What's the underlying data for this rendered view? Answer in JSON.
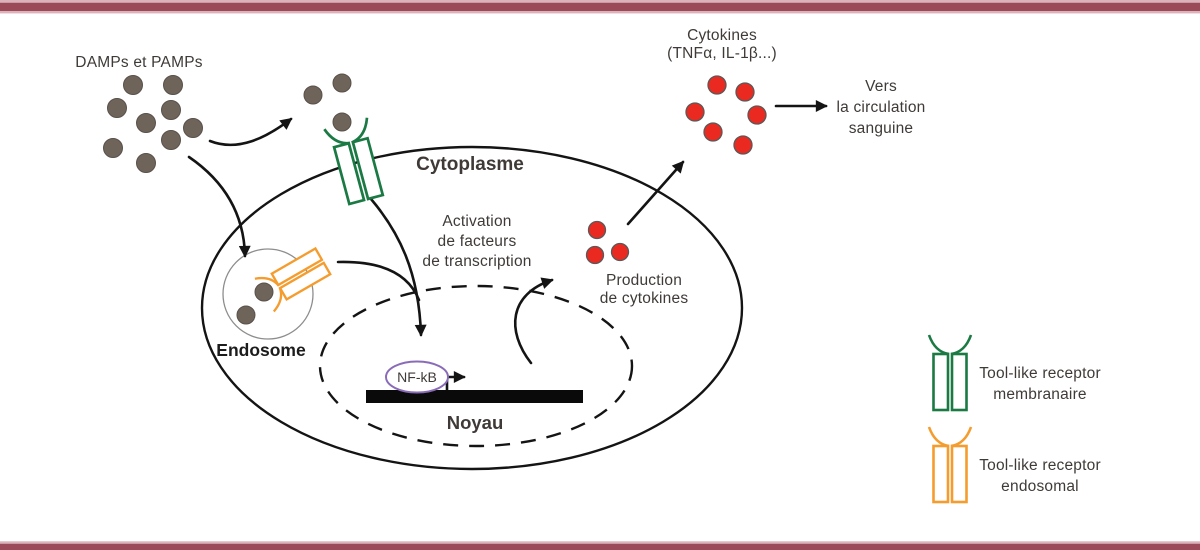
{
  "diagram": {
    "labels": {
      "damps": "DAMPs et PAMPs",
      "cytoplasme": "Cytoplasme",
      "endosome": "Endosome",
      "activation": [
        "Activation",
        "de facteurs",
        "de transcription"
      ],
      "nfkb": "NF-kB",
      "noyau": "Noyau",
      "production": [
        "Production",
        "de cytokines"
      ],
      "cytokines": [
        "Cytokines",
        "(TNFα, IL-1β...)"
      ],
      "circulation": [
        "Vers",
        "la circulation",
        "sanguine"
      ]
    },
    "legend": {
      "membrane": [
        "Tool-like receptor",
        "membranaire"
      ],
      "endosomal": [
        "Tool-like receptor",
        "endosomal"
      ]
    },
    "colors": {
      "frame_dark": "#9a4a58",
      "frame_light": "#dcb3ba",
      "green": "#1b7a44",
      "orange": "#f59c2e",
      "red": "#ea2a21",
      "red_outline": "#595959",
      "molecule_gray": "#6f6459",
      "molecule_gray_outline": "#58504a",
      "blue": "#0d80c6",
      "purple": "#8a6bb8",
      "text": "#3f3a37"
    }
  }
}
